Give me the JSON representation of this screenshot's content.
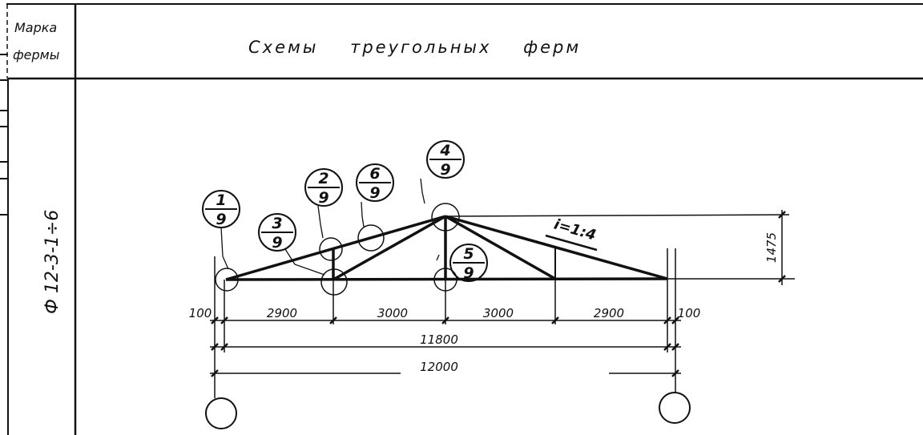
{
  "header": {
    "mark_label_line1": "Марка",
    "mark_label_line2": "фермы",
    "title": "Схемы треугольных ферм"
  },
  "truss_mark": "Ф 12-3-1÷6",
  "node_callouts": [
    {
      "num": "1",
      "den": "9"
    },
    {
      "num": "3",
      "den": "9"
    },
    {
      "num": "2",
      "den": "9"
    },
    {
      "num": "6",
      "den": "9"
    },
    {
      "num": "4",
      "den": "9"
    },
    {
      "num": "5",
      "den": "9"
    }
  ],
  "slope": "i=1:4",
  "dimensions": {
    "height": "1475",
    "segments": [
      "100",
      "2900",
      "3000",
      "3000",
      "2900",
      "100"
    ],
    "span_inner": "11800",
    "span_total": "12000"
  },
  "colors": {
    "ink": "#111111",
    "paper": "#ffffff"
  }
}
